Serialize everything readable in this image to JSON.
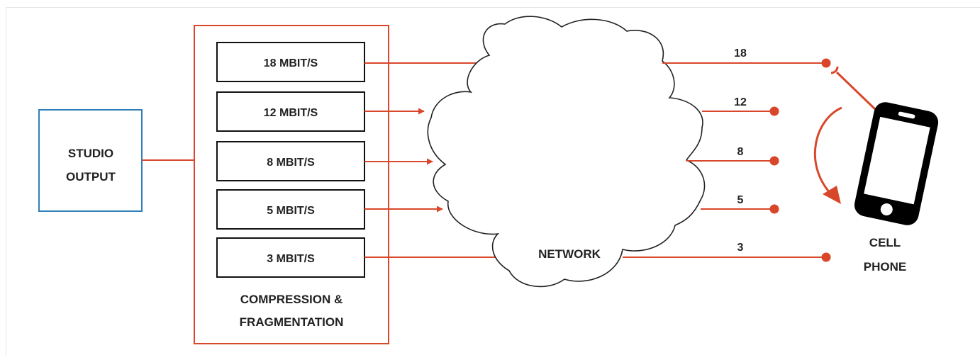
{
  "studio": {
    "line1": "STUDIO",
    "line2": "OUTPUT",
    "border_color": "#2f7fb8"
  },
  "compression": {
    "line1": "COMPRESSION &",
    "line2": "FRAGMENTATION"
  },
  "bitrates": [
    "18 MBIT/S",
    "12 MBIT/S",
    "8 MBIT/S",
    "5 MBIT/S",
    "3 MBIT/S"
  ],
  "network": {
    "label": "NETWORK"
  },
  "outputs": [
    "18",
    "12",
    "8",
    "5",
    "3"
  ],
  "phone": {
    "line1": "CELL",
    "line2": "PHONE"
  },
  "colors": {
    "accent": "#d9472b",
    "box_border": "#111111",
    "text": "#222222"
  }
}
